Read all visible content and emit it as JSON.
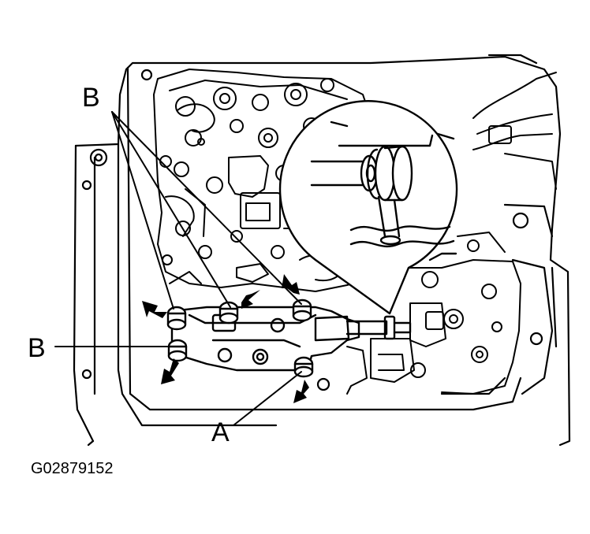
{
  "figure": {
    "callouts": {
      "b_top": "B",
      "b_left": "B",
      "a_bottom": "A"
    },
    "figure_id": "G02879152"
  },
  "colors": {
    "ink": "#000000",
    "paper": "#ffffff"
  }
}
